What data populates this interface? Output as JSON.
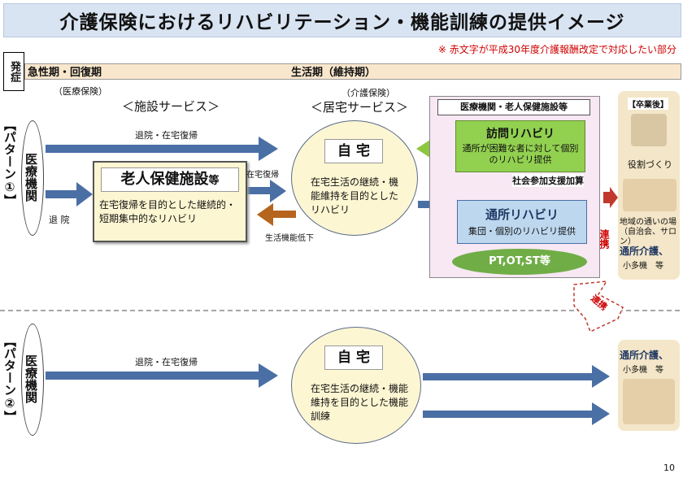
{
  "title": "介護保険におけるリハビリテーション・機能訓練の提供イメージ",
  "note": "※ 赤文字が平成30年度介護報酬改定で対応したい部分",
  "onset": "発症",
  "phase_acute": "急性期・回復期",
  "phase_living": "生活期（維持期）",
  "medical_insurance": "（医療保険）",
  "facility_services": "＜施設サービス＞",
  "care_insurance": "（介護保険）",
  "home_services": "＜居宅サービス＞",
  "pattern1": {
    "label": "【パターン①】",
    "hospital": "医療機関",
    "discharge_return": "退院・在宅復帰",
    "discharge": "退 院",
    "geriatric_title": "老人保健施設",
    "geriatric_suffix": "等",
    "geriatric_desc": "在宅復帰を目的とした継続的・短期集中的なリハビリ",
    "home_return": "在宅復帰",
    "decline": "生活機能低下",
    "home_title": "自 宅",
    "home_desc": "在宅生活の継続・機能維持を目的としたリハビリ",
    "facility_box_title": "医療機関・老人保健施設等",
    "visit_rehab_title": "訪問リハビリ",
    "visit_rehab_desc": "通所が困難な者に対して個別のリハビリ提供",
    "social_participation": "社会参加支援加算",
    "daycare_rehab_title": "通所リハビリ",
    "daycare_rehab_desc": "集団・個別のリハビリ提供",
    "staff": "PT,OT,ST等",
    "coop": "連携",
    "graduation": "【卒業後】",
    "role": "役割づくり",
    "community": "地域の通いの場（自治会、サロン）",
    "daycare_care": "通所介護、",
    "small_multi": "小多機　等"
  },
  "pattern2": {
    "label": "【パターン②】",
    "hospital": "医療機関",
    "discharge_return": "退院・在宅復帰",
    "home_title": "自 宅",
    "home_desc": "在宅生活の継続・機能維持を目的とした機能訓練",
    "coop": "連携",
    "daycare_care": "通所介護、",
    "small_multi": "小多機　等"
  },
  "page_number": "10",
  "colors": {
    "arrow_blue": "#4a6fa5",
    "arrow_brown": "#b5651d",
    "arrow_green": "#8dc63f",
    "red_text": "#d00000",
    "title_bg": "#d9e4f2"
  }
}
